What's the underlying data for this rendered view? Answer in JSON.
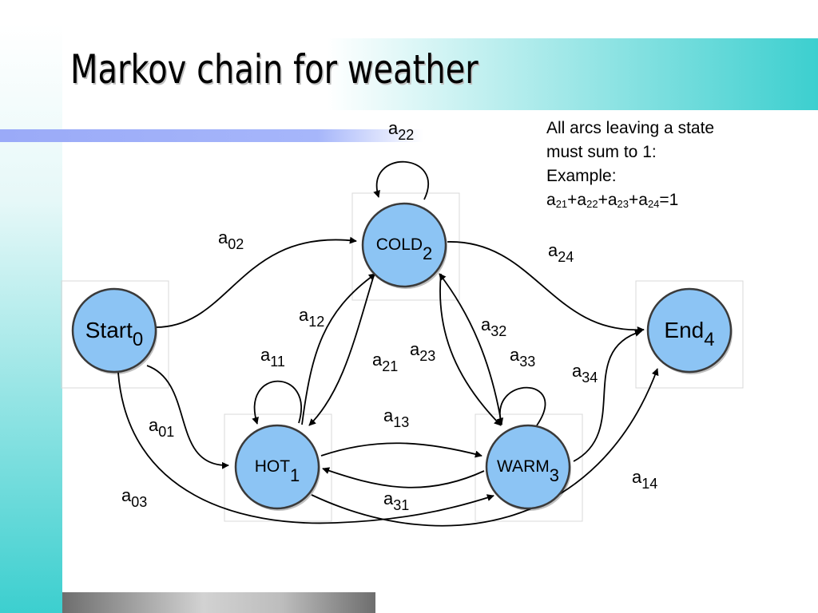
{
  "title": "Markov chain for weather",
  "note": {
    "lines": [
      "All arcs leaving a state",
      "must sum to 1:",
      "Example:"
    ],
    "equation": [
      {
        "base": "a",
        "sub": "21"
      },
      {
        "op": "+"
      },
      {
        "base": "a",
        "sub": "22"
      },
      {
        "op": "+"
      },
      {
        "base": "a",
        "sub": "23"
      },
      {
        "op": "+"
      },
      {
        "base": "a",
        "sub": "24"
      },
      {
        "op": "=1"
      }
    ]
  },
  "colors": {
    "node_fill": "#8cc4f4",
    "node_stroke": "#3a3a3a",
    "arrow": "#000000",
    "gradient_teal": "#3ccfcf",
    "blue_bar": "#9aaaf8"
  },
  "states": [
    {
      "id": "start",
      "name": "Start",
      "sub": "0"
    },
    {
      "id": "cold",
      "name": "COLD",
      "sub": "2"
    },
    {
      "id": "hot",
      "name": "HOT",
      "sub": "1"
    },
    {
      "id": "warm",
      "name": "WARM",
      "sub": "3"
    },
    {
      "id": "end",
      "name": "End",
      "sub": "4"
    }
  ],
  "transitions": [
    {
      "from": "start",
      "to": "cold",
      "label": "a",
      "sub": "02"
    },
    {
      "from": "start",
      "to": "hot",
      "label": "a",
      "sub": "01"
    },
    {
      "from": "start",
      "to": "warm",
      "label": "a",
      "sub": "03"
    },
    {
      "from": "cold",
      "to": "cold",
      "label": "a",
      "sub": "22"
    },
    {
      "from": "cold",
      "to": "end",
      "label": "a",
      "sub": "24"
    },
    {
      "from": "cold",
      "to": "hot",
      "label": "a",
      "sub": "21"
    },
    {
      "from": "cold",
      "to": "warm",
      "label": "a",
      "sub": "23"
    },
    {
      "from": "hot",
      "to": "cold",
      "label": "a",
      "sub": "12"
    },
    {
      "from": "hot",
      "to": "hot",
      "label": "a",
      "sub": "11"
    },
    {
      "from": "hot",
      "to": "warm",
      "label": "a",
      "sub": "13"
    },
    {
      "from": "hot",
      "to": "end",
      "label": "a",
      "sub": "14"
    },
    {
      "from": "warm",
      "to": "cold",
      "label": "a",
      "sub": "32"
    },
    {
      "from": "warm",
      "to": "warm",
      "label": "a",
      "sub": "33"
    },
    {
      "from": "warm",
      "to": "hot",
      "label": "a",
      "sub": "31"
    },
    {
      "from": "warm",
      "to": "end",
      "label": "a",
      "sub": "34"
    }
  ]
}
